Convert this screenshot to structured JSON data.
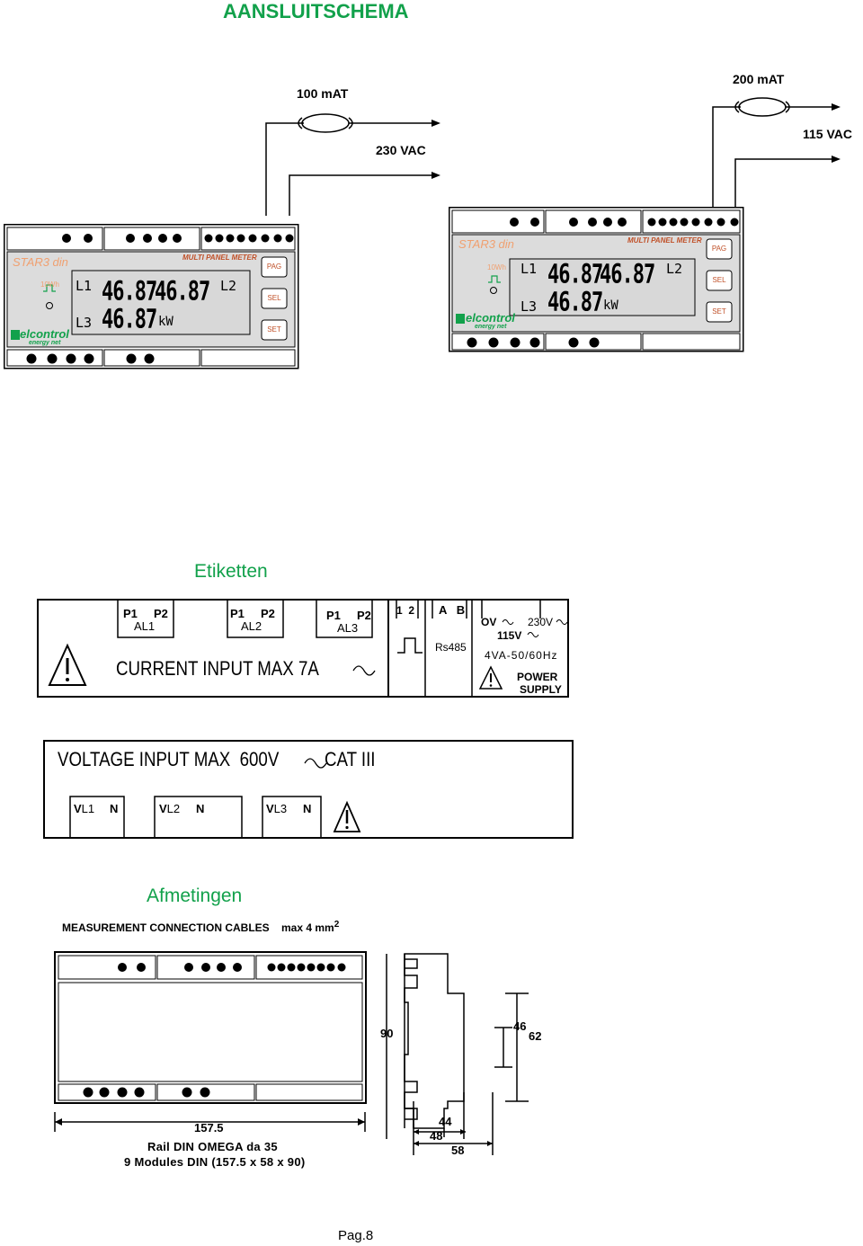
{
  "header": {
    "title": "AANSLUITSCHEMA",
    "accent_color": "#12a14b"
  },
  "wiring": {
    "left": {
      "current_label": "100 mAT",
      "voltage_label": "230 VAC"
    },
    "right": {
      "current_label": "200 mAT",
      "voltage_label": "115 VAC"
    }
  },
  "meter": {
    "brand_model": "STAR3 din",
    "subtitle": "MULTI PANEL METER",
    "pulse_label": "10Wh",
    "buttons": [
      "PAG",
      "SEL",
      "SET"
    ],
    "lcd": {
      "row1_label_left": "L1",
      "row1_value_1": "46.87",
      "row1_value_2": "46.87",
      "row1_label_right": "L2",
      "row2_label_left": "L3",
      "row2_value": "46.87",
      "row2_unit": "kW"
    },
    "logo": {
      "name": "elcontrol",
      "tagline": "energy net",
      "color": "#12a14b"
    },
    "housing_color": "#dcdcdc",
    "lcd_color": "#d8d8d8"
  },
  "labels_section": {
    "title": "Etiketten",
    "current_label": {
      "groups": [
        {
          "p1": "P1",
          "p2": "P2",
          "name": "AL1"
        },
        {
          "p1": "P1",
          "p2": "P2",
          "name": "AL2"
        },
        {
          "p1": "P1",
          "p2": "P2",
          "name": "AL3"
        }
      ],
      "main_text": "CURRENT INPUT MAX 7A",
      "pulse_terminals": "1  2",
      "rs485_terminals": "A   B",
      "rs485_label": "Rs485",
      "supply": {
        "ov": "OV",
        "v230": "230V",
        "v115": "115V",
        "freq": "4VA-50/60Hz",
        "power": "POWER",
        "supply": "SUPPLY"
      }
    },
    "voltage_label": {
      "main_text_a": "VOLTAGE INPUT MAX  600V",
      "main_text_b": "CAT III",
      "groups": [
        {
          "v": "V",
          "sub": "L1",
          "n": "N"
        },
        {
          "v": "V",
          "sub": "L2",
          "n": "N"
        },
        {
          "v": "V",
          "sub": "L3",
          "n": "N"
        }
      ]
    }
  },
  "dimensions_section": {
    "title": "Afmetingen",
    "cables_note": "MEASUREMENT CONNECTION CABLES",
    "cables_max": "max 4 mm",
    "cables_exp": "2",
    "dims": {
      "height": "90",
      "depth_inner": "46",
      "depth_outer": "62",
      "width": "157.5",
      "side_a": "44",
      "side_b": "48",
      "side_c": "58"
    },
    "rail_note": "Rail DIN OMEGA da 35",
    "modules_note": "9 Modules DIN (157.5 x 58 x 90)"
  },
  "footer": {
    "page": "Pag.8"
  }
}
